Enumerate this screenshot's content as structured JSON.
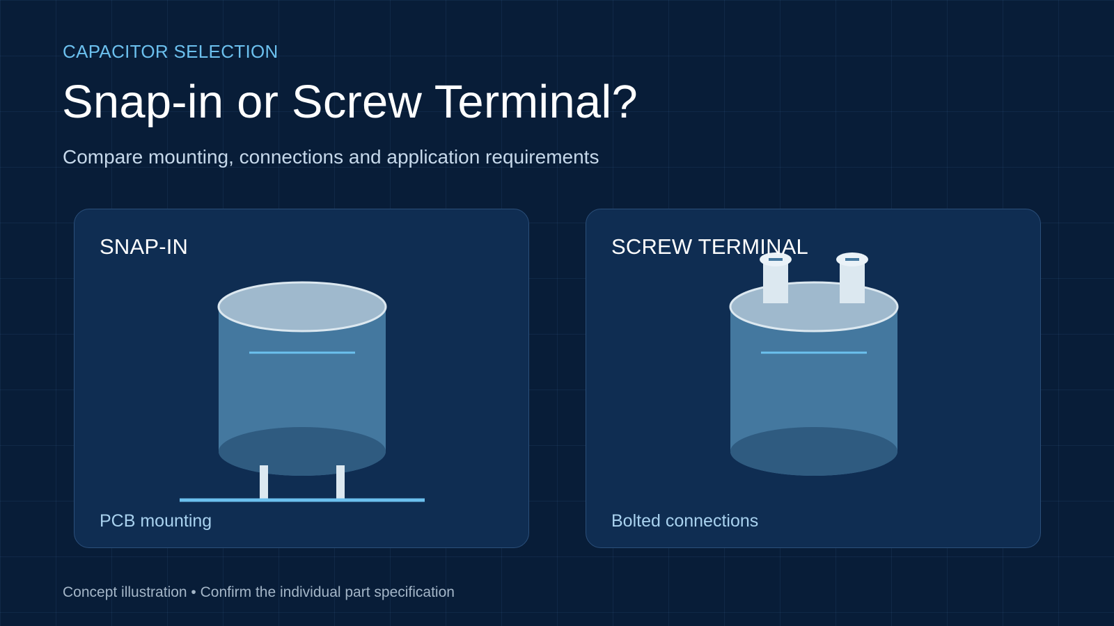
{
  "header": {
    "eyebrow": "CAPACITOR SELECTION",
    "title": "Snap-in or Screw Terminal?",
    "subtitle": "Compare mounting, connections and application requirements"
  },
  "cards": [
    {
      "title": "SNAP-IN",
      "caption": "PCB mounting"
    },
    {
      "title": "SCREW TERMINAL",
      "caption": "Bolted connections"
    }
  ],
  "footer": {
    "note": "Concept illustration • Confirm the individual part specification"
  },
  "colors": {
    "background": "#081d38",
    "card": "#0f2d52",
    "accent": "#6cc0ee",
    "capacitor_body": "#44789f",
    "capacitor_top": "#9fb9cd",
    "terminal": "#dce8f0"
  }
}
